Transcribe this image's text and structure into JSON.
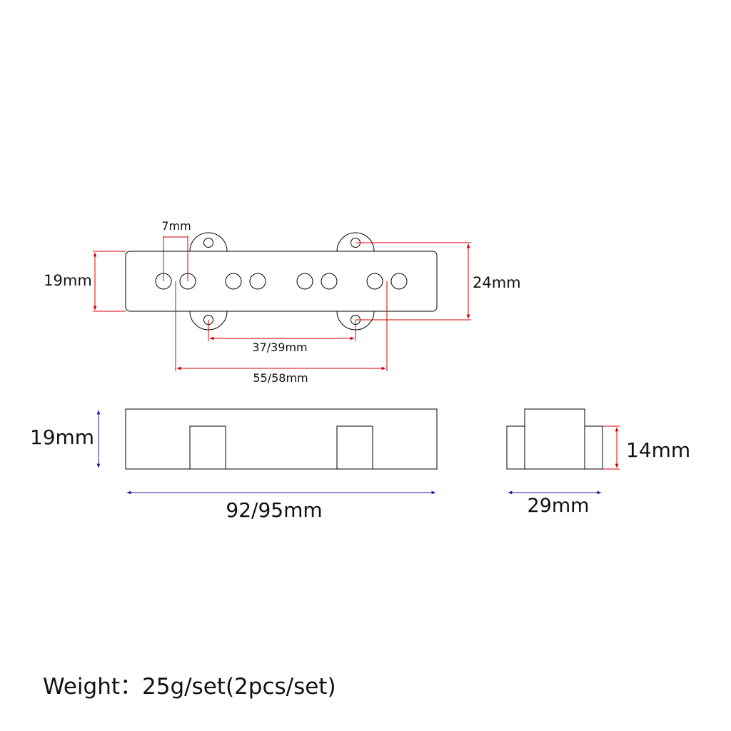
{
  "top_view": {
    "pole_spacing": "7mm",
    "body_height": "19mm",
    "overall_height": "24mm",
    "mount_spacing": "37/39mm",
    "pole_span": "55/58mm"
  },
  "side_view": {
    "height": "19mm",
    "length": "92/95mm"
  },
  "end_view": {
    "height": "14mm",
    "width": "29mm"
  },
  "weight_text": "Weight：25g/set(2pcs/set)",
  "colors": {
    "outline": "#000000",
    "dimension_red": "#d40000",
    "dimension_blue": "#1a1aa0"
  }
}
